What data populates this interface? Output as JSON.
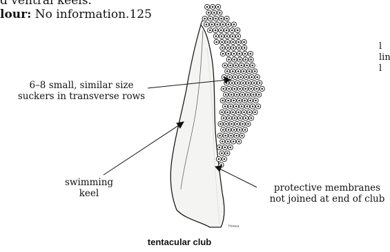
{
  "header": {
    "line1": "d ventral keels.",
    "line2_bold": "lour:",
    "line2_rest": " No information.125"
  },
  "right_edge_fragments": [
    "l",
    "lin",
    "l"
  ],
  "labels": {
    "suckers": [
      "6–8 small, similar size",
      "suckers in transverse rows"
    ],
    "keel": [
      "swimming",
      "keel"
    ],
    "membranes": [
      "protective membranes",
      "not joined at end of club"
    ],
    "caption": "tentacular club",
    "artist": "Hosea"
  }
}
